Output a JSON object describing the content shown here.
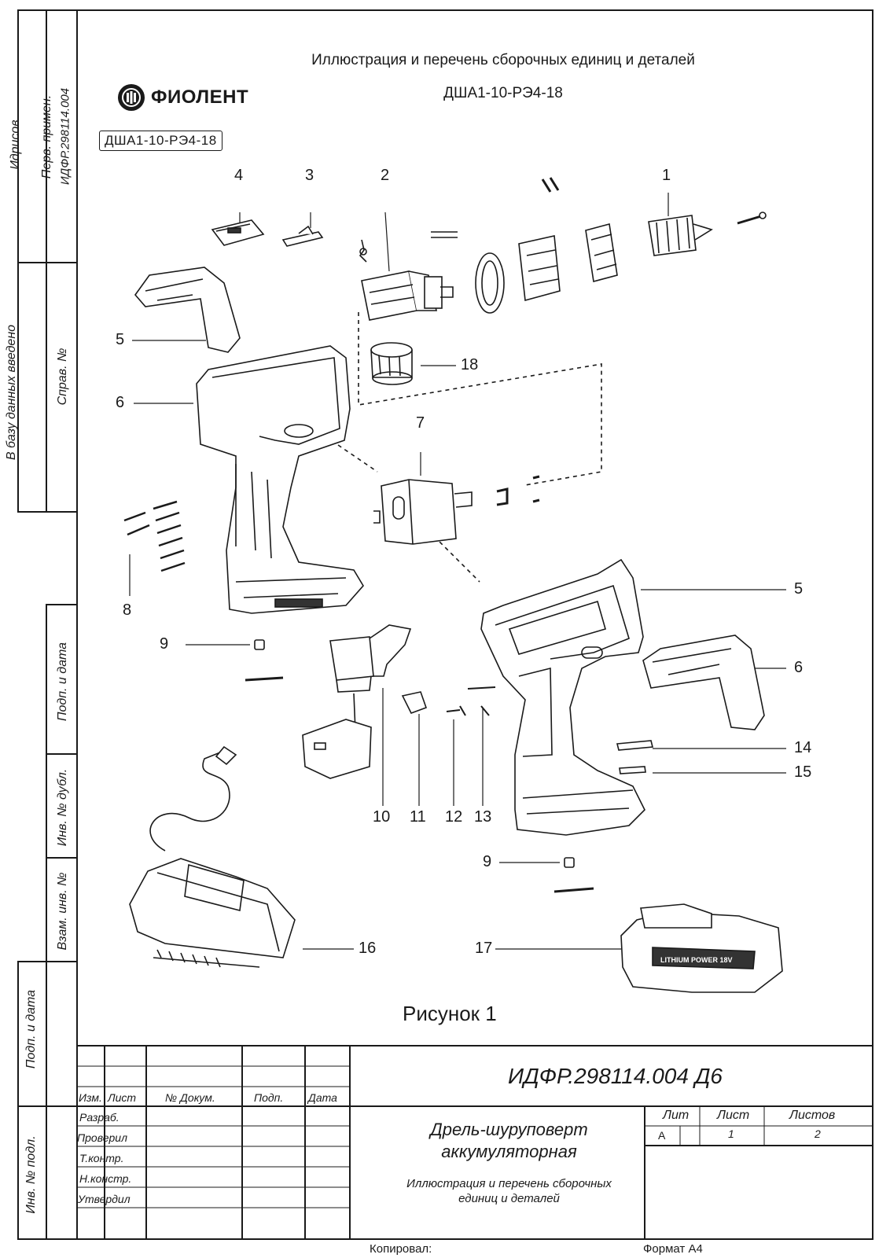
{
  "header": {
    "title_line1": "Иллюстрация и перечень сборочных единиц и деталей",
    "title_line2": "ДША1-10-РЭ4-18",
    "logo_text": "ФИОЛЕНТ",
    "model_box": "ДША1-10-РЭ4-18"
  },
  "side_columns": {
    "idrisov": "Идрисов",
    "perv_primen": "Перв. примен.",
    "doc_code": "ИДФР.298114.004",
    "v_bazu": "В базу данных введено",
    "sprav_no": "Справ. №",
    "podp_data_1": "Подп. и дата",
    "inv_dubl": "Инв. № дубл.",
    "vzam_inv": "Взам. инв. №",
    "podp_data_2": "Подп. и дата",
    "inv_podl": "Инв. № подл."
  },
  "callouts": [
    "1",
    "2",
    "3",
    "4",
    "5",
    "6",
    "7",
    "8",
    "9",
    "10",
    "11",
    "12",
    "13",
    "14",
    "15",
    "16",
    "17",
    "18",
    "5",
    "6",
    "9"
  ],
  "figure_caption": "Рисунок 1",
  "title_block": {
    "doc_number": "ИДФР.298114.004 Д6",
    "col_izm": "Изм.",
    "col_list": "Лист",
    "col_nodok": "№ Докум.",
    "col_podp": "Подп.",
    "col_data": "Дата",
    "role_razrab": "Разраб.",
    "role_proveril": "Проверил",
    "role_tkontr": "Т.контр.",
    "role_nkonstr": "Н.констр.",
    "role_utverdil": "Утвердил",
    "product_line1": "Дрель-шуруповерт",
    "product_line2": "аккумуляторная",
    "doc_title_line1": "Иллюстрация  и перечень сборочных",
    "doc_title_line2": "единиц и деталей",
    "lit_label": "Лит",
    "sheet_label": "Лист",
    "sheets_label": "Листов",
    "lit_value": "А",
    "sheet_value": "1",
    "sheets_value": "2"
  },
  "footer": {
    "kopiroval": "Копировал:",
    "format": "Формат А4"
  },
  "battery_label": "LITHIUM POWER 18V"
}
